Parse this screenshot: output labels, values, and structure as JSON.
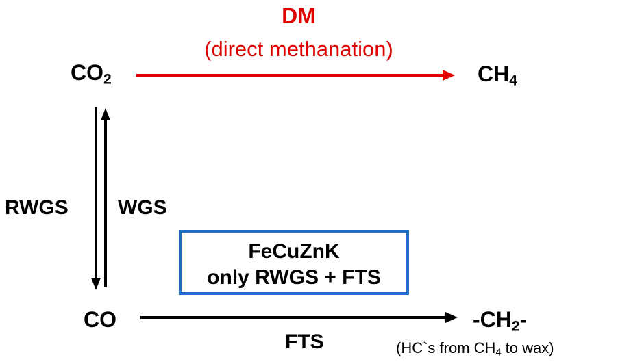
{
  "direct_methanation": {
    "abbr": "DM",
    "name": "(direct methanation)",
    "color": "#e00000"
  },
  "species": {
    "co2_main": "CO",
    "co2_sub": "2",
    "ch4_main": "CH",
    "ch4_sub": "4",
    "co": "CO",
    "ch2_pre": "-CH",
    "ch2_sub": "2",
    "ch2_post": "-"
  },
  "reactions": {
    "rwgs": "RWGS",
    "wgs": "WGS",
    "fts": "FTS"
  },
  "catalyst_box": {
    "line1": "FeCuZnK",
    "line2": "only RWGS + FTS",
    "border_color": "#1f6fc6"
  },
  "hydrocarbon_note": {
    "pre": "(HC`s from CH",
    "sub": "4",
    "post": " to wax)"
  }
}
